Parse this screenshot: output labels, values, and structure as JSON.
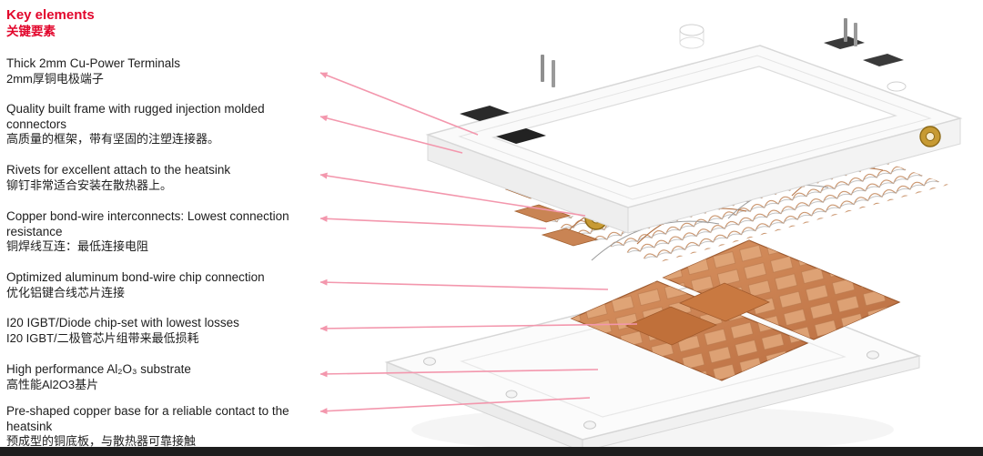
{
  "title": {
    "en": "Key elements",
    "zh": "关键要素"
  },
  "items": [
    {
      "en": "Thick 2mm Cu-Power Terminals",
      "zh": "2mm厚铜电极端子"
    },
    {
      "en": "Quality built frame with rugged injection molded connectors",
      "zh": "高质量的框架，带有坚固的注塑连接器。"
    },
    {
      "en": "Rivets for excellent attach to the heatsink",
      "zh": "铆钉非常适合安装在散热器上。"
    },
    {
      "en": "Copper bond-wire interconnects: Lowest connection resistance",
      "zh": "铜焊线互连：最低连接电阻"
    },
    {
      "en": "Optimized aluminum bond-wire chip connection",
      "zh": "优化铝键合线芯片连接"
    },
    {
      "en": "I20 IGBT/Diode chip-set with lowest losses",
      "zh": "I20 IGBT/二极管芯片组带来最低损耗"
    },
    {
      "en": "High performance Al₂O₃ substrate",
      "zh": "高性能Al2O3基片"
    },
    {
      "en": "Pre-shaped copper base for a reliable contact to the heatsink",
      "zh": "预成型的铜底板，与散热器可靠接触"
    }
  ],
  "colors": {
    "accent": "#e2062c",
    "arrow": "#f397ad",
    "copper": "#c87f52",
    "brass": "#c79a33"
  },
  "illustration": {
    "label": "exploded-view-igbt-power-module"
  }
}
